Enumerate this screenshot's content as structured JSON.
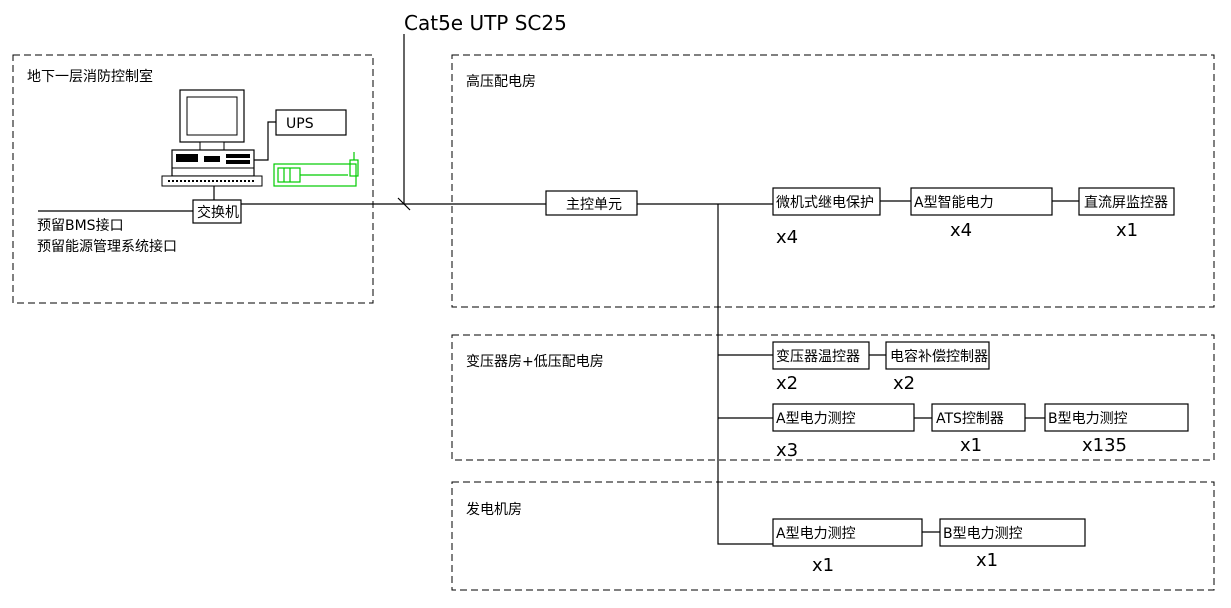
{
  "cable_label": "Cat5e UTP SC25",
  "areas": {
    "control_room": "地下一层消防控制室",
    "hv_room": "高压配电房",
    "transformer_room": "变压器房+低压配电房",
    "generator_room": "发电机房"
  },
  "control_room": {
    "ups": "UPS",
    "switch": "交换机",
    "bms_interface": "预留BMS接口",
    "energy_interface": "预留能源管理系统接口"
  },
  "main_unit": "主控单元",
  "hv_devices": [
    {
      "label": "微机式继电保护",
      "count": "x4"
    },
    {
      "label": "A型智能电力",
      "count": "x4"
    },
    {
      "label": "直流屏监控器",
      "count": "x1"
    }
  ],
  "tr_row1": [
    {
      "label": "变压器温控器",
      "count": "x2"
    },
    {
      "label": "电容补偿控制器",
      "count": "x2"
    }
  ],
  "tr_row2": [
    {
      "label": "A型电力测控",
      "count": "x3"
    },
    {
      "label": "ATS控制器",
      "count": "x1"
    },
    {
      "label": "B型电力测控",
      "count": "x135"
    }
  ],
  "gen_devices": [
    {
      "label": "A型电力测控",
      "count": "x1"
    },
    {
      "label": "B型电力测控",
      "count": "x1"
    }
  ],
  "colors": {
    "line": "#000000",
    "highlight": "#00cc00"
  }
}
